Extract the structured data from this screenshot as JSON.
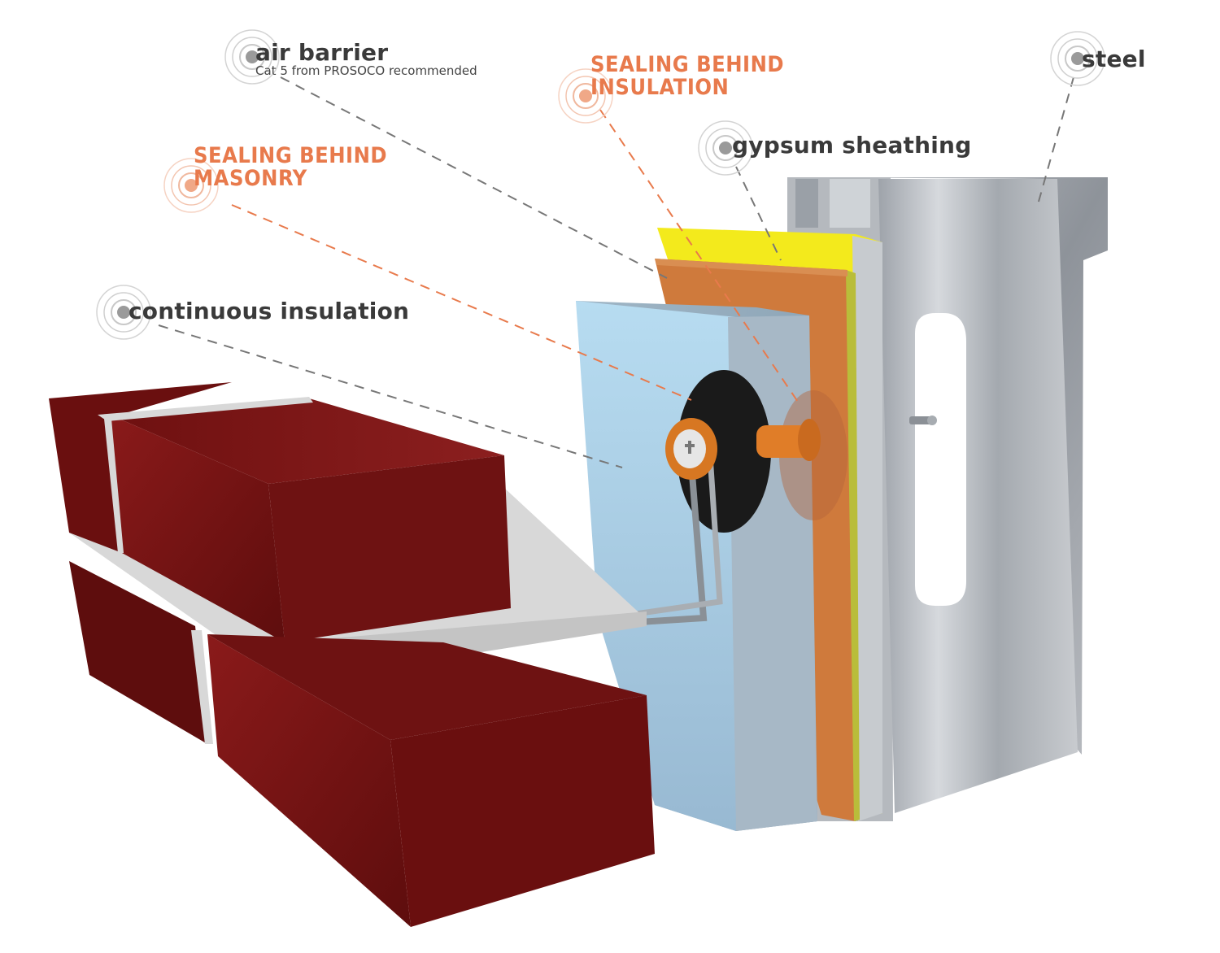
{
  "labels": {
    "air_barrier": {
      "title": "air barrier",
      "subtitle": "Cat 5 from PROSOCO recommended"
    },
    "sealing_insulation": {
      "line1": "SEALING BEHIND",
      "line2": "INSULATION"
    },
    "steel": {
      "title": "steel"
    },
    "gypsum": {
      "title": "gypsum sheathing"
    },
    "sealing_masonry": {
      "line1": "SEALING BEHIND",
      "line2": "MASONRY"
    },
    "continuous_insulation": {
      "title": "continuous insulation"
    }
  },
  "colors": {
    "brick": "#7a1414",
    "mortar": "#d8d8d8",
    "insulation": "#a9cde6",
    "air_barrier": "#cf7a3c",
    "gypsum_sheathing": "#f3ea1c",
    "steel": "#b8bcc2",
    "label_dark": "#3a3a3a",
    "label_orange": "#e87a4c"
  }
}
